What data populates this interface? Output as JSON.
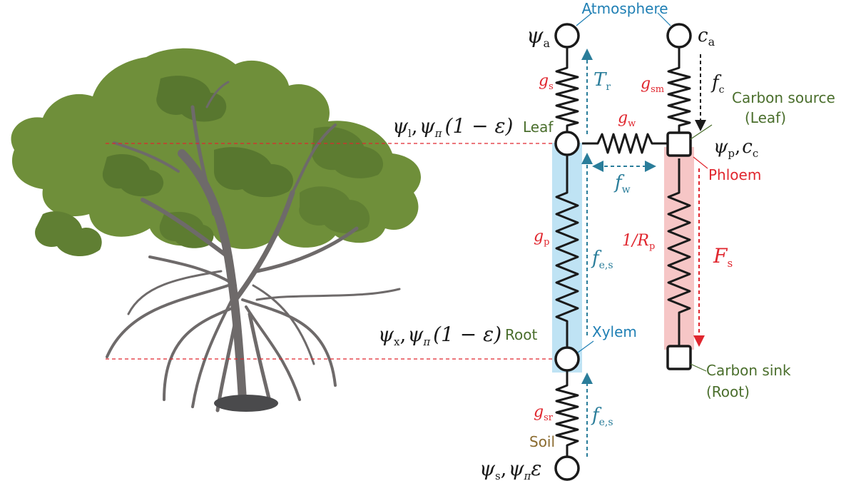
{
  "colors": {
    "black": "#1a1a1a",
    "blue": "#1f7fb4",
    "teal": "#2a7d9a",
    "red": "#e0262e",
    "green": "#4a6e2c",
    "brown": "#8a6a2e",
    "xylem_fill": "#bfe3f4",
    "phloem_fill": "#f6c6c6",
    "canopy": "#6f8f3a",
    "trunk": "#6e6a6a"
  },
  "labels": {
    "atmosphere": "Atmosphere",
    "leaf": "Leaf",
    "root": "Root",
    "xylem": "Xylem",
    "soil": "Soil",
    "phloem": "Phloem",
    "carbon_source": "Carbon source",
    "carbon_source_2": "(Leaf)",
    "carbon_sink": "Carbon sink",
    "carbon_sink_2": "(Root)"
  },
  "symbols": {
    "psi": "ψ",
    "psi_pi": "ψ",
    "pi_sub": "π",
    "a_sub": "a",
    "l_sub": "l",
    "x_sub": "x",
    "s_sub": "s",
    "p_sub": "p",
    "c": "c",
    "c_sub": "c",
    "one_minus_eps": "(1 − ε)",
    "eps": "ε",
    "comma": ",",
    "g": "g",
    "gs_sub": "s",
    "gp_sub": "p",
    "gsr_sub": "sr",
    "gsm_sub": "sm",
    "gw_sub": "w",
    "T": "T",
    "T_sub": "r",
    "f": "f",
    "fc_sub": "c",
    "fw_sub": "w",
    "fes_sub": "e,s",
    "F": "F",
    "Fs_sub": "s",
    "oneover_R": "1/R",
    "R_sub": "p"
  }
}
